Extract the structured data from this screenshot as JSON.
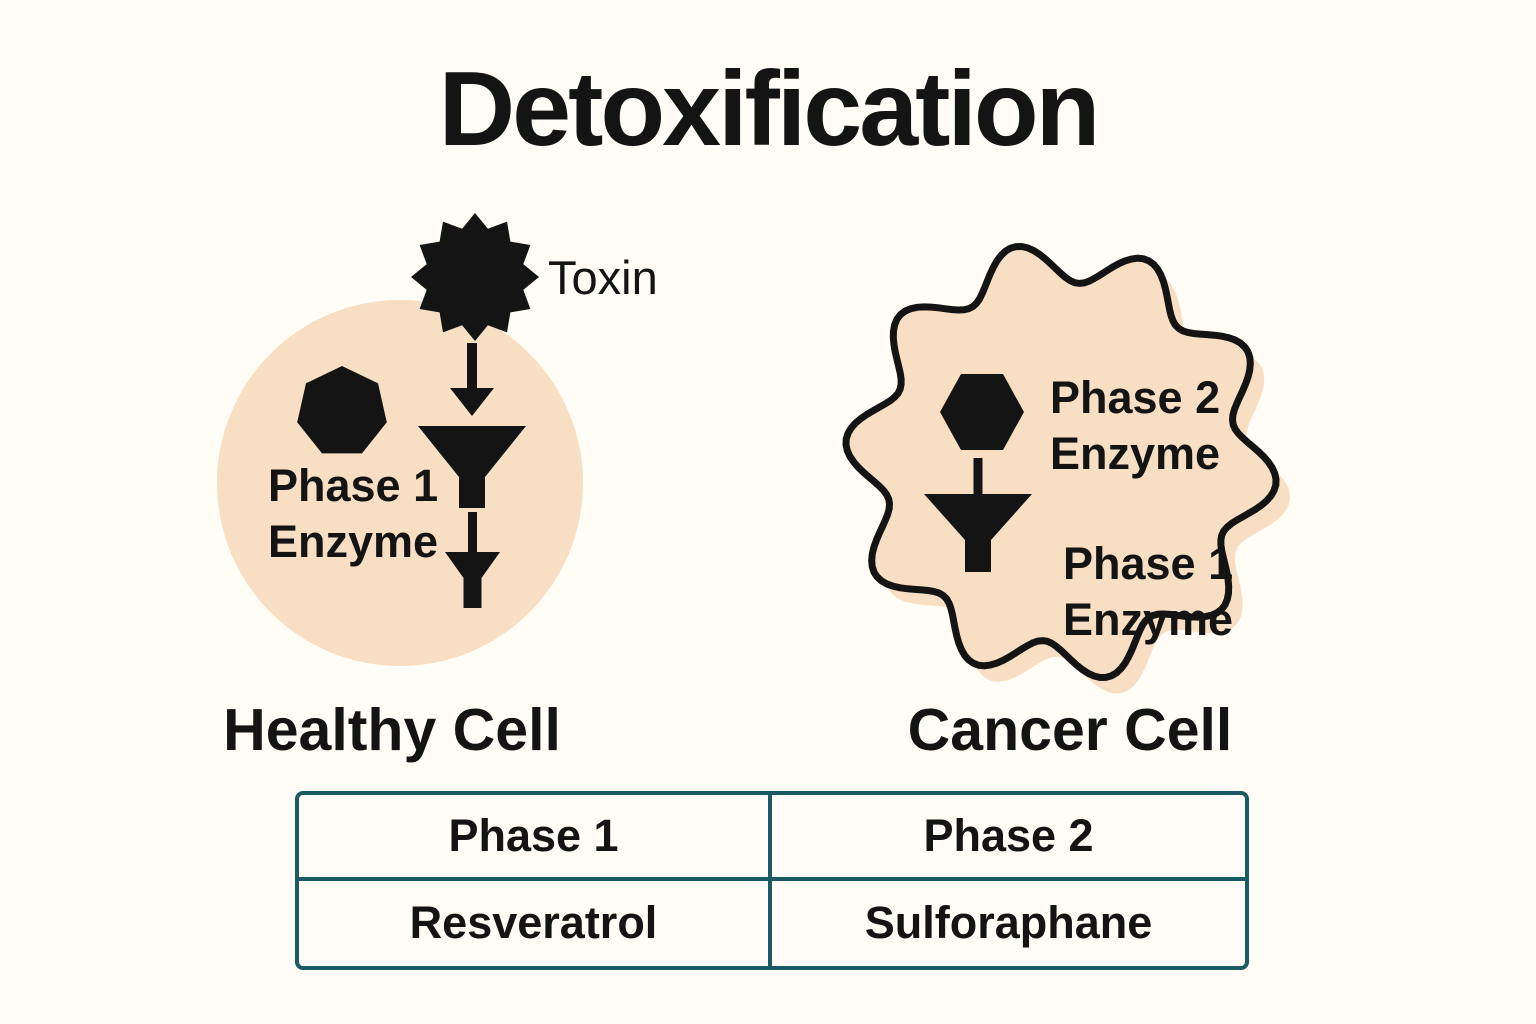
{
  "title": "Detoxification",
  "healthy": {
    "toxin_label": "Toxin",
    "enzyme_label": {
      "line1": "Phase 1",
      "line2": "Enzyme"
    },
    "caption": "Healthy Cell"
  },
  "cancer": {
    "phase2_enzyme_label": {
      "line1": "Phase 2",
      "line2": "Enzyme"
    },
    "phase1_enzyme_label": {
      "line1": "Phase 1",
      "line2": "Enzyme"
    },
    "caption": "Cancer Cell"
  },
  "table": {
    "headers": [
      "Phase 1",
      "Phase 2"
    ],
    "values": [
      "Resveratrol",
      "Sulforaphane"
    ]
  },
  "icons": {
    "toxin": "12-point-star",
    "phase1_enzyme": "heptagon",
    "phase2_enzyme": "hexagon",
    "flow": "down-arrow",
    "processing": "funnel"
  },
  "colors": {
    "background": "#fffdf5",
    "cell_fill": "#f8dfc4",
    "ink": "#141414",
    "table_border": "#1a5a63"
  }
}
